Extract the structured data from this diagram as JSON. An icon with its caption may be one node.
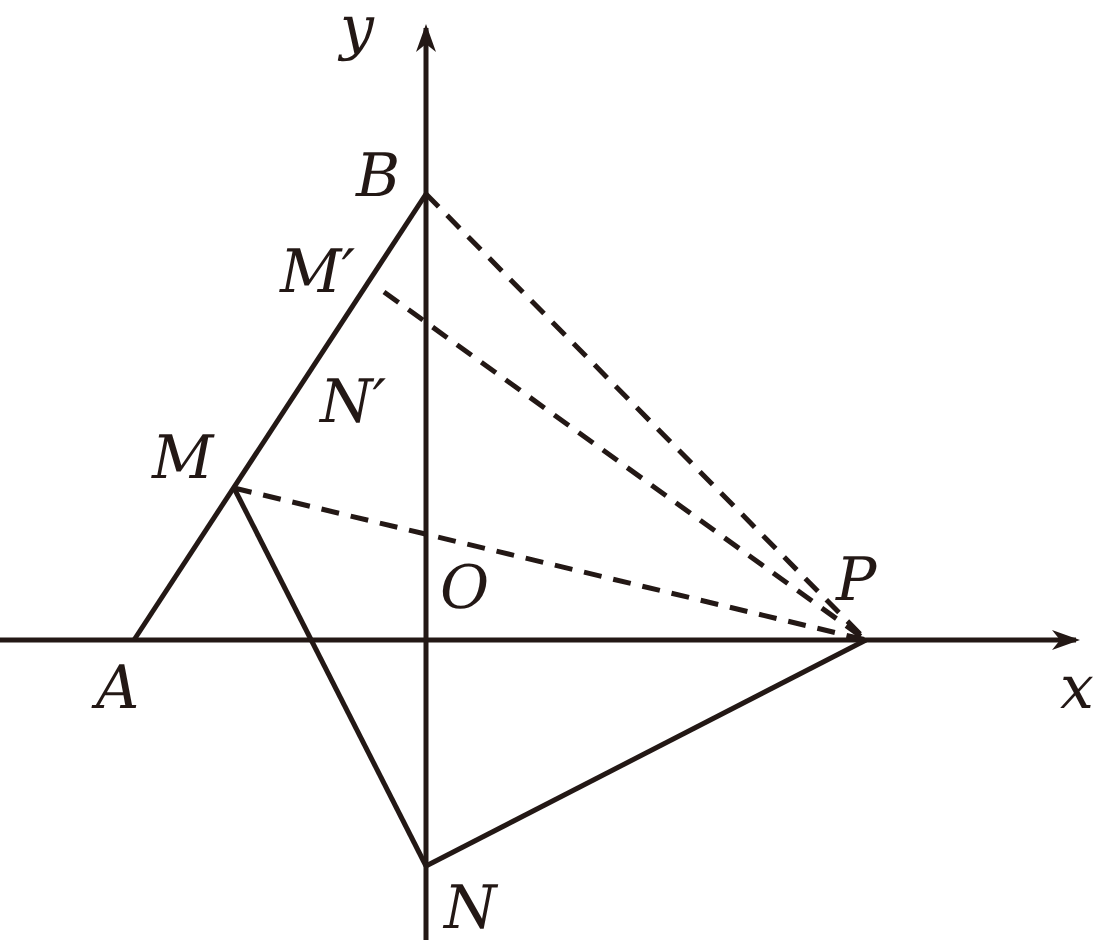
{
  "diagram": {
    "nodes": [
      {
        "text": [
          "B"
        ]
      },
      {
        "text": [
          "M′"
        ]
      },
      {
        "text": [
          "N′"
        ]
      },
      {
        "text": [
          "M"
        ]
      },
      {
        "text": [
          "O"
        ]
      },
      {
        "text": [
          "P"
        ]
      },
      {
        "text": [
          "A"
        ]
      },
      {
        "text": [
          "N"
        ]
      }
    ],
    "edges": [
      {
        "from": 6,
        "to": 0,
        "arrow": "none"
      },
      {
        "from": 3,
        "to": 7,
        "arrow": "none"
      },
      {
        "from": 7,
        "to": 5,
        "arrow": "none"
      },
      {
        "from": 0,
        "to": 5,
        "arrow": "none",
        "style": "dashed"
      },
      {
        "from": 1,
        "to": 5,
        "arrow": "none",
        "style": "dashed"
      },
      {
        "from": 3,
        "to": 5,
        "arrow": "none",
        "style": "dashed"
      }
    ],
    "labels": [
      "y",
      "x"
    ]
  }
}
